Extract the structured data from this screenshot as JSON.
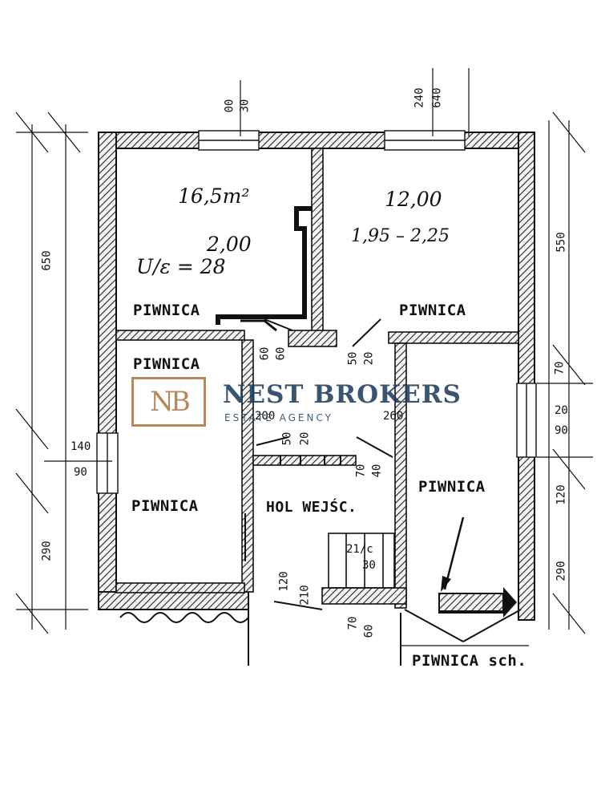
{
  "rooms": {
    "top_left": "PIWNICA",
    "top_right": "PIWNICA",
    "mid_left": "PIWNICA",
    "left": "PIWNICA",
    "right": "PIWNICA",
    "hall": "HOL WEJŚC.",
    "stair": "PIWNICA sch."
  },
  "annotations": {
    "area_top_left": "16,5m²",
    "value_top_left": "2,00",
    "formula": "U/ε = 28",
    "area_top_right": "12,00",
    "range_top_right": "1,95 – 2,25",
    "stair_note": "21/c",
    "stair_note_2": "30"
  },
  "dimensions": {
    "top_00": "00",
    "top_30": "30",
    "top_240": "240",
    "top_640": "640",
    "left_650": "650",
    "left_290": "290",
    "left_140": "140",
    "left_90": "90",
    "right_550": "550",
    "right_70": "70",
    "right_20": "20",
    "right_90": "90",
    "right_120": "120",
    "right_290": "290",
    "d60a": "60",
    "d60b": "60",
    "d50": "50",
    "d20": "20",
    "d200": "200",
    "d260": "260",
    "d50b": "50",
    "d20b": "20",
    "d70": "70",
    "d40": "40",
    "d120": "120",
    "d210": "210",
    "d70b": "70",
    "d60c": "60",
    "d30": "30"
  },
  "logo": {
    "monogram": "NB",
    "name": "NEST BROKERS",
    "tagline": "ESTATE AGENCY",
    "gold": "#b6895b",
    "navy": "#1e3e5c"
  }
}
